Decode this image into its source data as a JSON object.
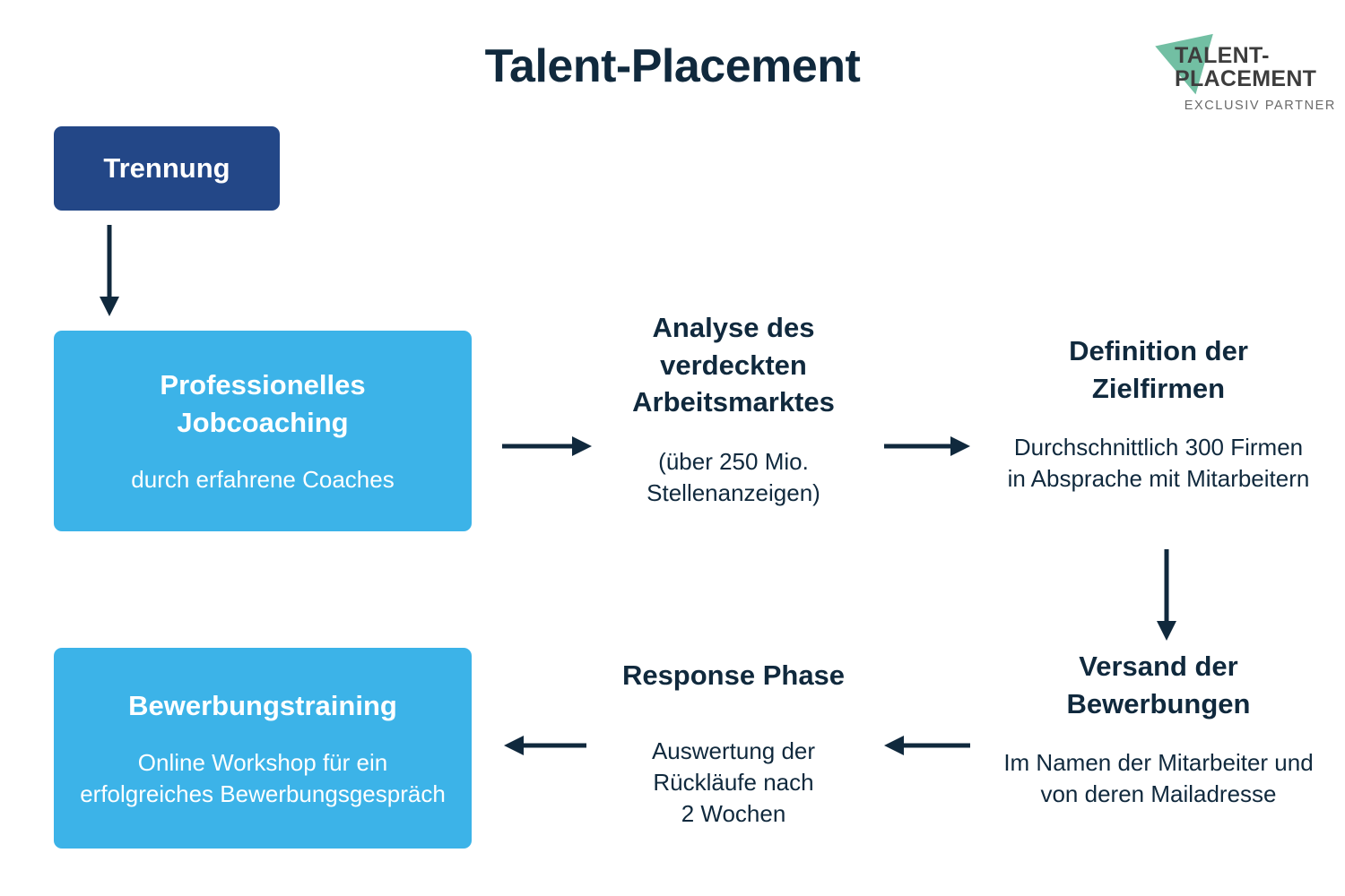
{
  "page": {
    "title": "Talent-Placement",
    "background_color": "#ffffff",
    "accent_dark_blue": "#234787",
    "accent_light_blue": "#3cb3e8",
    "accent_navy_text": "#10293d",
    "accent_logo_green": "#72bfa3"
  },
  "logo": {
    "wordmark_line1": "TALENT-",
    "wordmark_line2": "PLACEMENT",
    "subtitle": "EXCLUSIV PARTNER"
  },
  "nodes": {
    "trennung": {
      "title": "Trennung",
      "subtitle": ""
    },
    "jobcoaching": {
      "title_line1": "Professionelles",
      "title_line2": "Jobcoaching",
      "subtitle": "durch erfahrene Coaches"
    },
    "analyse": {
      "title_line1": "Analyse des",
      "title_line2": "verdeckten",
      "title_line3": "Arbeitsmarktes",
      "subtitle_line1": "(über 250 Mio.",
      "subtitle_line2": "Stellenanzeigen)"
    },
    "zielfirmen": {
      "title_line1": "Definition der",
      "title_line2": "Zielfirmen",
      "subtitle_line1": "Durchschnittlich 300 Firmen",
      "subtitle_line2": "in Absprache mit Mitarbeitern"
    },
    "versand": {
      "title_line1": "Versand der",
      "title_line2": "Bewerbungen",
      "subtitle_line1": "Im Namen der Mitarbeiter und",
      "subtitle_line2": "von deren Mailadresse"
    },
    "response": {
      "title": "Response Phase",
      "subtitle_line1": "Auswertung der",
      "subtitle_line2": "Rückläufe nach",
      "subtitle_line3": "2 Wochen"
    },
    "bewerbungstraining": {
      "title": "Bewerbungstraining",
      "subtitle_line1": "Online Workshop für ein",
      "subtitle_line2": "erfolgreiches Bewerbungsgespräch"
    }
  },
  "arrows": [
    {
      "name": "arrow-trennung-to-jobcoaching",
      "direction": "down"
    },
    {
      "name": "arrow-jobcoaching-to-analyse",
      "direction": "right"
    },
    {
      "name": "arrow-analyse-to-zielfirmen",
      "direction": "right"
    },
    {
      "name": "arrow-zielfirmen-to-versand",
      "direction": "down"
    },
    {
      "name": "arrow-versand-to-response",
      "direction": "left"
    },
    {
      "name": "arrow-response-to-bewerbungstraining",
      "direction": "left"
    }
  ]
}
